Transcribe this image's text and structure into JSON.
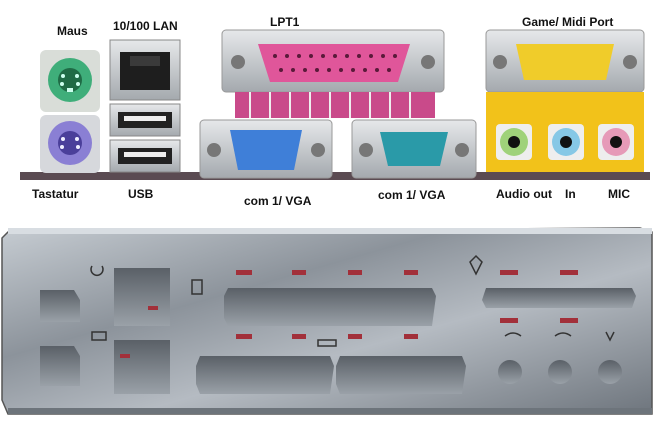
{
  "labels": {
    "maus": "Maus",
    "lan": "10/100 LAN",
    "lpt": "LPT1",
    "game": "Game/ Midi Port",
    "tastatur": "Tastatur",
    "usb": "USB",
    "com_vga_left": "com 1/ VGA",
    "com_vga_right": "com 1/ VGA",
    "audio_out": "Audio out",
    "line_in": "In",
    "mic": "MIC"
  },
  "colors": {
    "ps2_mouse": "#3fae7a",
    "ps2_keyboard": "#8a7fd4",
    "lpt": "#e0569a",
    "vga": "#3f7fd8",
    "serial": "#2a9aa8",
    "game_port": "#f0cc2a",
    "audio_out": "#9fd27a",
    "line_in": "#86c8e6",
    "mic": "#e69ab8",
    "io_shield": "#9aa0a8"
  }
}
